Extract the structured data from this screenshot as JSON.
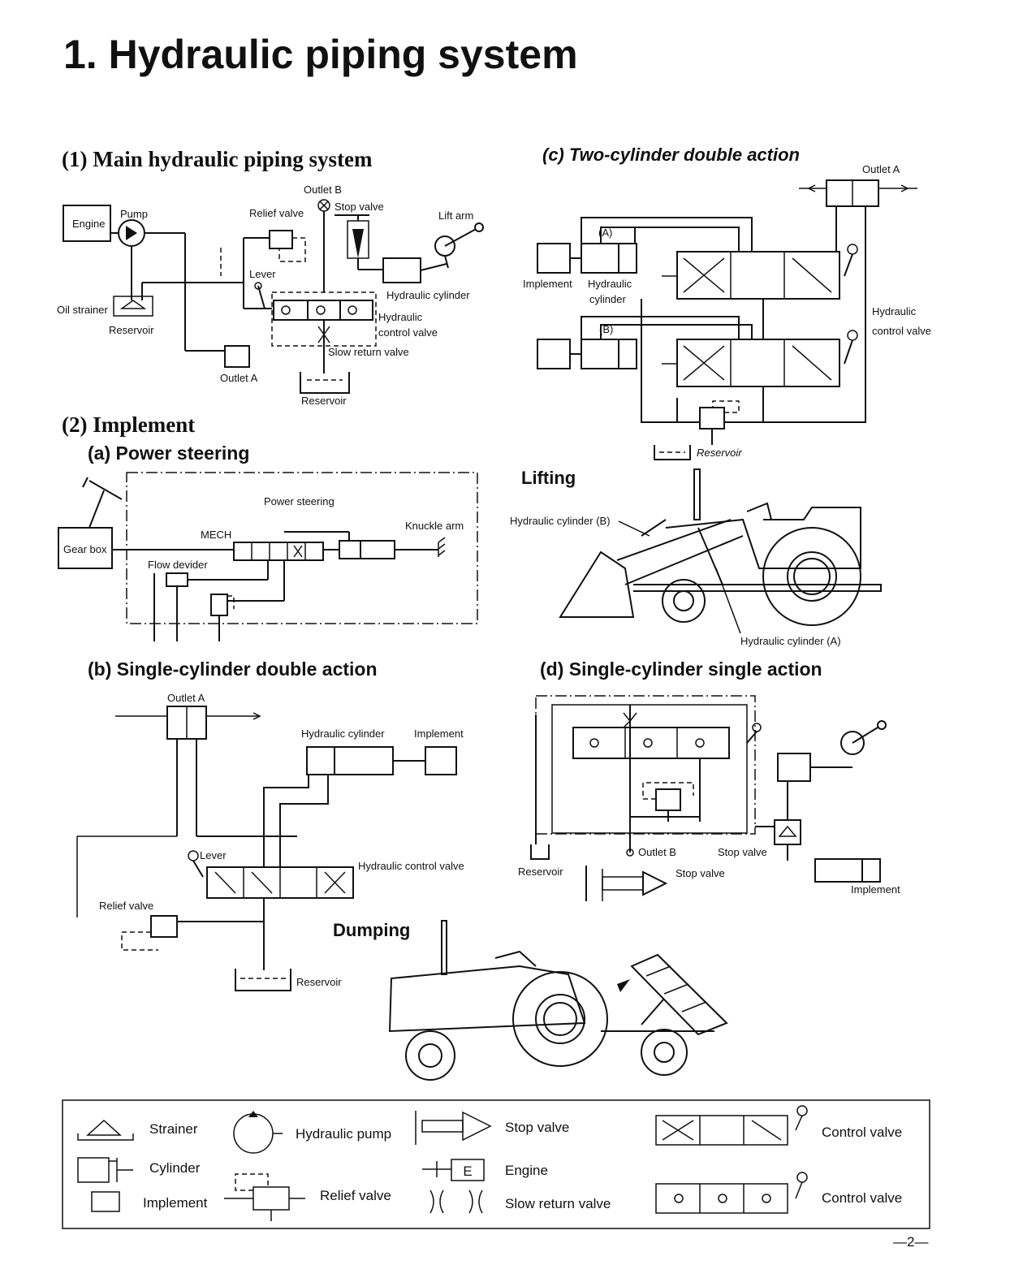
{
  "page": {
    "title": "1. Hydraulic piping system",
    "page_number": "—2—"
  },
  "main_system": {
    "heading": "(1) Main hydraulic piping system",
    "engine": "Engine",
    "pump": "Pump",
    "outlet_b": "Outlet B",
    "relief_valve": "Relief valve",
    "stop_valve": "Stop valve",
    "lift_arm": "Lift arm",
    "lever": "Lever",
    "hydraulic_cylinder": "Hydraulic cylinder",
    "hydraulic": "Hydraulic",
    "control_valve": "control valve",
    "oil_strainer": "Oil strainer",
    "reservoir_1": "Reservoir",
    "slow_return_valve": "Slow return valve",
    "outlet_a": "Outlet A",
    "reservoir_2": "Reservoir"
  },
  "implement": {
    "heading": "(2) Implement"
  },
  "power_steering": {
    "heading": "(a) Power steering",
    "title": "Power steering",
    "knuckle_arm": "Knuckle arm",
    "gear_box": "Gear box",
    "mech": "MECH",
    "flow_devider": "Flow devider"
  },
  "single_double": {
    "heading": "(b) Single-cylinder double action",
    "outlet_a": "Outlet A",
    "hydraulic_cylinder": "Hydraulic cylinder",
    "implement": "Implement",
    "lever": "Lever",
    "hydraulic_control_valve": "Hydraulic control valve",
    "relief_valve": "Relief valve",
    "reservoir": "Reservoir"
  },
  "two_cylinder": {
    "heading": "(c) Two-cylinder double action",
    "outlet_a": "Outlet A",
    "label_a": "(A)",
    "label_b": "(B)",
    "implement": "Implement",
    "hydraulic_cylinder_1": "Hydraulic",
    "hydraulic_cylinder_2": "cylinder",
    "control_valve_1": "Hydraulic",
    "control_valve_2": "control valve",
    "reservoir": "Reservoir"
  },
  "lifting": {
    "heading": "Lifting",
    "cyl_b": "Hydraulic cylinder (B)",
    "cyl_a": "Hydraulic cylinder (A)"
  },
  "single_single": {
    "heading": "(d) Single-cylinder single action",
    "outlet_b": "Outlet B",
    "stop_valve_1": "Stop valve",
    "reservoir": "Reservoir",
    "stop_valve_2": "Stop valve",
    "implement": "Implement"
  },
  "dumping": {
    "heading": "Dumping"
  },
  "legend": {
    "strainer": "Strainer",
    "cylinder": "Cylinder",
    "implement": "Implement",
    "hydraulic_pump": "Hydraulic pump",
    "relief_valve": "Relief valve",
    "stop_valve": "Stop valve",
    "engine": "Engine",
    "engine_letter": "E",
    "slow_return_valve": "Slow return valve",
    "control_valve_1": "Control valve",
    "control_valve_2": "Control valve"
  }
}
